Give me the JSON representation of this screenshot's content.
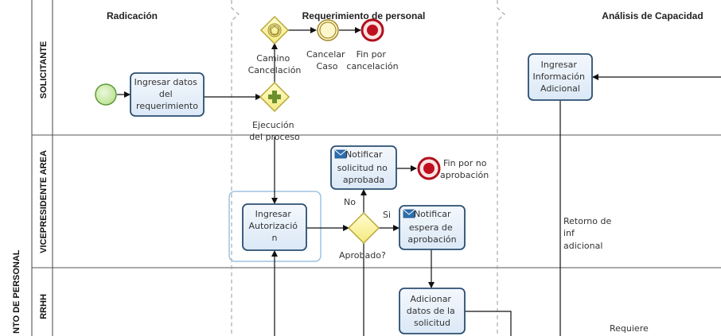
{
  "pool_label": "NTO DE PERSONAL",
  "lanes": [
    "SOLICITANTE",
    "VICEPRESIDENTE AREA",
    "RRHH"
  ],
  "phases": [
    "Radicación",
    "Requerimiento de personal",
    "Análisis de Capacidad"
  ],
  "tasks": {
    "ingresar_datos": [
      "Ingresar datos",
      "del",
      "requerimiento"
    ],
    "ingresar_info": [
      "Ingresar",
      "Información",
      "Adicional"
    ],
    "ingresar_autorizacion": [
      "Ingresar",
      "Autorizació",
      "n"
    ],
    "notificar_no": [
      "Notificar",
      "solicitud no",
      "aprobada"
    ],
    "notificar_espera": [
      "Notificar",
      "espera de",
      "aprobación"
    ],
    "adicionar_datos": [
      "Adicionar",
      "datos de la",
      "solicitud"
    ]
  },
  "labels": {
    "camino_cancelacion": [
      "Camino",
      "Cancelación"
    ],
    "cancelar_caso": [
      "Cancelar",
      "Caso"
    ],
    "fin_cancelacion": [
      "Fin por",
      "cancelación"
    ],
    "ejecucion": [
      "Ejecución",
      "del proceso"
    ],
    "fin_no_aprobacion": [
      "Fin por no",
      "aprobación"
    ],
    "no": "No",
    "si": "Si",
    "aprobado": "Aprobado?",
    "retorno": [
      "Retorno de",
      "inf",
      "adicional"
    ],
    "requiere": "Requiere"
  },
  "colors": {
    "task_fill": "#e8f1fb",
    "task_stroke": "#2b4e72",
    "gateway_fill": "#fbf6a4",
    "gateway_stroke": "#b9a83a",
    "start_fill": "#d6f0b8",
    "start_stroke": "#5e9a36",
    "end_stroke": "#b0101c",
    "selection": "#9dc3e0"
  }
}
